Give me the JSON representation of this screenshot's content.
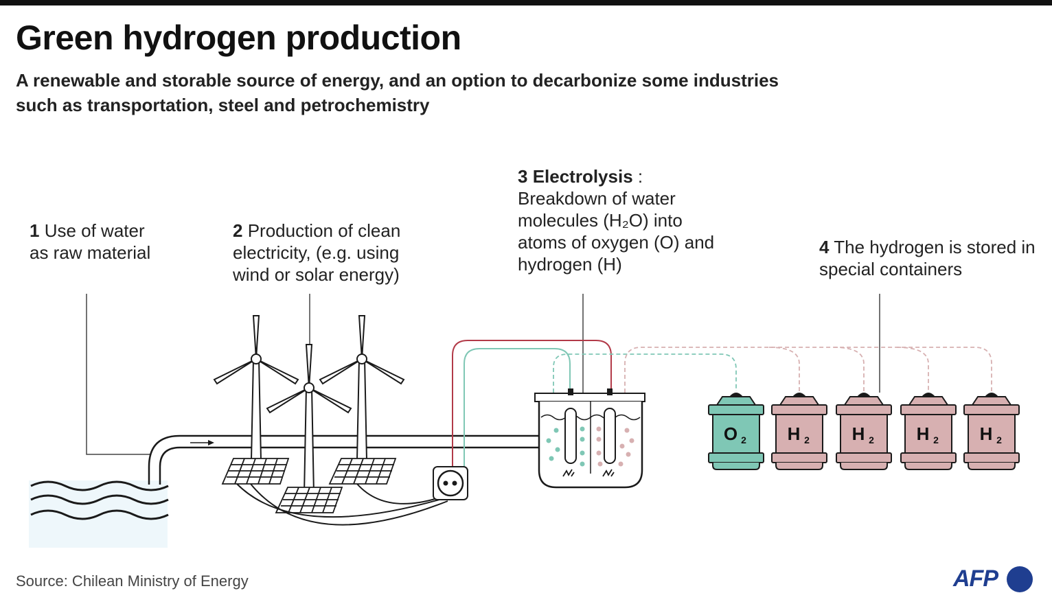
{
  "title": "Green hydrogen production",
  "subtitle": "A renewable and storable source of energy, and an option to decarbonize some industries such as transportation, steel and petrochemistry",
  "steps": [
    {
      "num": "1",
      "text": " Use of water as raw material"
    },
    {
      "num": "2",
      "text": " Production of clean electricity, (e.g. using wind or solar energy)"
    },
    {
      "num": "3",
      "heading": " Electrolysis",
      "after": " :",
      "text": "Breakdown of water molecules (H₂O) into atoms of oxygen (O) and hydrogen (H)"
    },
    {
      "num": "4",
      "text": " The hydrogen is stored in special containers"
    }
  ],
  "tanks": [
    {
      "element": "O",
      "sub": "2"
    },
    {
      "element": "H",
      "sub": "2"
    },
    {
      "element": "H",
      "sub": "2"
    },
    {
      "element": "H",
      "sub": "2"
    },
    {
      "element": "H",
      "sub": "2"
    }
  ],
  "colors": {
    "oxygen": "#7fc7b5",
    "hydrogen": "#d7b0b1",
    "power_line": "#b23a48",
    "water_line": "#7fc7b5",
    "logo": "#1f3e90"
  },
  "source": "Source: Chilean Ministry of Energy",
  "logo": "AFP"
}
